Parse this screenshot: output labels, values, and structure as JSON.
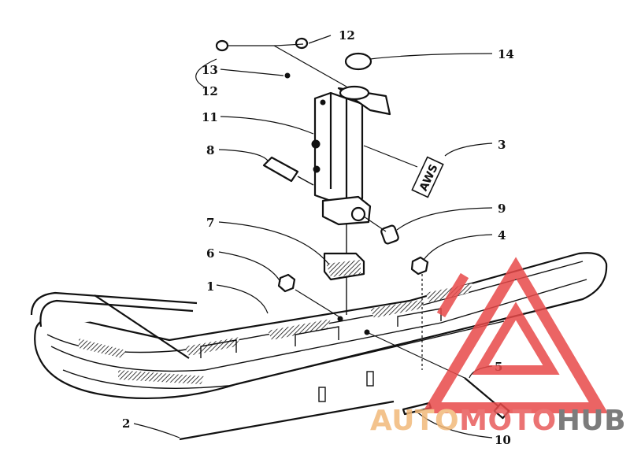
{
  "callouts": {
    "c1": "1",
    "c2": "2",
    "c3": "3",
    "c4": "4",
    "c5": "5",
    "c6": "6",
    "c7": "7",
    "c8": "8",
    "c9": "9",
    "c10": "10",
    "c11": "11",
    "c12a": "12",
    "c12b": "12",
    "c13": "13",
    "c14": "14"
  },
  "decal_text": "AWS",
  "watermark": {
    "part1": "AUTO",
    "part2": "MOTO",
    "part3": "HUB",
    "color1": "#f2b97a",
    "color2": "#e85b5b",
    "color3": "#666666",
    "triangle_color": "#e84a4a"
  }
}
